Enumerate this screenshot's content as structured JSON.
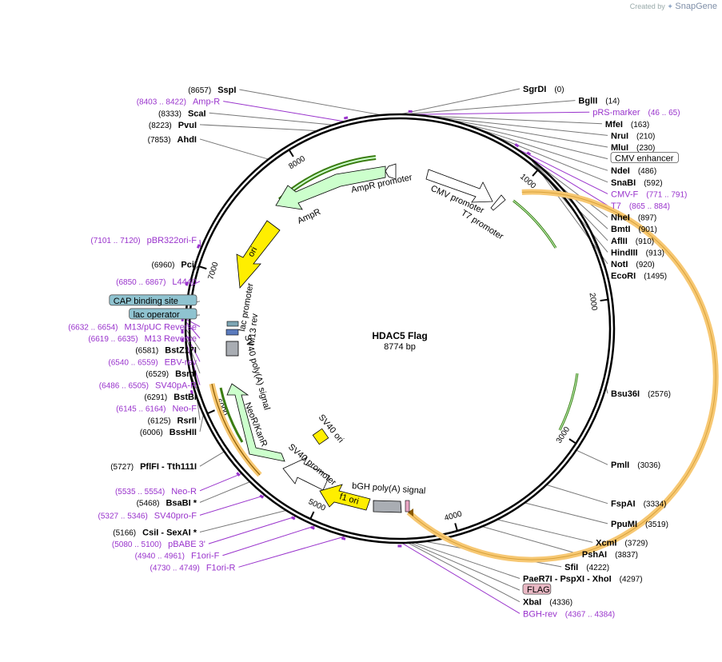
{
  "credit": {
    "prefix": "Created by",
    "brand": "SnapGene"
  },
  "plasmid": {
    "name": "HDAC5 Flag",
    "length_label": "8774 bp",
    "length": 8774
  },
  "colors": {
    "primer": "#9933cc",
    "ori": "#ffee00",
    "resistance": "#ccffcc",
    "promoter": "#ffffff",
    "polyA": "#a9adb3",
    "orf_highlight": "#f7c873",
    "orf_arrow": "#3b7d12",
    "flag": "#e9b8c4",
    "lac": "#8fc3d0"
  },
  "ticks": [
    "1000",
    "2000",
    "3000",
    "4000",
    "5000",
    "6000",
    "7000",
    "8000"
  ],
  "enzymes": [
    {
      "name": "SgrDI",
      "pos": "(0)",
      "at": 0
    },
    {
      "name": "BglII",
      "pos": "(14)",
      "at": 14
    },
    {
      "name": "MfeI",
      "pos": "(163)",
      "at": 163
    },
    {
      "name": "NruI",
      "pos": "(210)",
      "at": 210
    },
    {
      "name": "MluI",
      "pos": "(230)",
      "at": 230
    },
    {
      "name": "NdeI",
      "pos": "(486)",
      "at": 486
    },
    {
      "name": "SnaBI",
      "pos": "(592)",
      "at": 592
    },
    {
      "name": "NheI",
      "pos": "(897)",
      "at": 897
    },
    {
      "name": "BmtI",
      "pos": "(901)",
      "at": 901
    },
    {
      "name": "AflII",
      "pos": "(910)",
      "at": 910
    },
    {
      "name": "HindIII",
      "pos": "(913)",
      "at": 913
    },
    {
      "name": "NotI",
      "pos": "(920)",
      "at": 920
    },
    {
      "name": "EcoRI",
      "pos": "(1495)",
      "at": 1495
    },
    {
      "name": "Bsu36I",
      "pos": "(2576)",
      "at": 2576
    },
    {
      "name": "PmlI",
      "pos": "(3036)",
      "at": 3036
    },
    {
      "name": "FspAI",
      "pos": "(3334)",
      "at": 3334
    },
    {
      "name": "PpuMI",
      "pos": "(3519)",
      "at": 3519
    },
    {
      "name": "XcmI",
      "pos": "(3729)",
      "at": 3729
    },
    {
      "name": "PshAI",
      "pos": "(3837)",
      "at": 3837
    },
    {
      "name": "SfiI",
      "pos": "(4222)",
      "at": 4222
    },
    {
      "name": "PaeR7I - PspXI - XhoI",
      "pos": "(4297)",
      "at": 4297
    },
    {
      "name": "XbaI",
      "pos": "(4336)",
      "at": 4336
    },
    {
      "name": "CsiI - SexAI *",
      "pos": "(5166)",
      "at": 5166
    },
    {
      "name": "BsaBI *",
      "pos": "(5468)",
      "at": 5468
    },
    {
      "name": "PflFI - Tth111I",
      "pos": "(5727)",
      "at": 5727
    },
    {
      "name": "BssHII",
      "pos": "(6006)",
      "at": 6006
    },
    {
      "name": "RsrII",
      "pos": "(6125)",
      "at": 6125
    },
    {
      "name": "BstBI",
      "pos": "(6291)",
      "at": 6291
    },
    {
      "name": "BsmI",
      "pos": "(6529)",
      "at": 6529
    },
    {
      "name": "BstZ17I",
      "pos": "(6581)",
      "at": 6581
    },
    {
      "name": "PciI",
      "pos": "(6960)",
      "at": 6960
    },
    {
      "name": "AhdI",
      "pos": "(7853)",
      "at": 7853
    },
    {
      "name": "PvuI",
      "pos": "(8223)",
      "at": 8223
    },
    {
      "name": "ScaI",
      "pos": "(8333)",
      "at": 8333
    },
    {
      "name": "SspI",
      "pos": "(8657)",
      "at": 8657
    }
  ],
  "primers": [
    {
      "name": "pRS-marker",
      "pos": "(46 .. 65)",
      "at": 55
    },
    {
      "name": "CMV-F",
      "pos": "(771 .. 791)",
      "at": 781
    },
    {
      "name": "T7",
      "pos": "(865 .. 884)",
      "at": 874
    },
    {
      "name": "BGH-rev",
      "pos": "(4367 .. 4384)",
      "at": 4375
    },
    {
      "name": "F1ori-R",
      "pos": "(4730 .. 4749)",
      "at": 4740
    },
    {
      "name": "F1ori-F",
      "pos": "(4940 .. 4961)",
      "at": 4950
    },
    {
      "name": "pBABE 3'",
      "pos": "(5080 .. 5100)",
      "at": 5090
    },
    {
      "name": "SV40pro-F",
      "pos": "(5327 .. 5346)",
      "at": 5336
    },
    {
      "name": "Neo-R",
      "pos": "(5535 .. 5554)",
      "at": 5544
    },
    {
      "name": "Neo-F",
      "pos": "(6145 .. 6164)",
      "at": 6154
    },
    {
      "name": "SV40pA-R",
      "pos": "(6486 .. 6505)",
      "at": 6495
    },
    {
      "name": "EBV-rev",
      "pos": "(6540 .. 6559)",
      "at": 6549
    },
    {
      "name": "M13 Reverse",
      "pos": "(6619 .. 6635)",
      "at": 6627
    },
    {
      "name": "M13/pUC Reverse",
      "pos": "(6632 .. 6654)",
      "at": 6643
    },
    {
      "name": "L4440",
      "pos": "(6850 .. 6867)",
      "at": 6858
    },
    {
      "name": "pBR322ori-F",
      "pos": "(7101 .. 7120)",
      "at": 7110
    },
    {
      "name": "Amp-R",
      "pos": "(8403 .. 8422)",
      "at": 8412
    }
  ],
  "boxed_labels": [
    {
      "name": "CMV enhancer"
    },
    {
      "name": "CAP binding site"
    },
    {
      "name": "lac operator"
    },
    {
      "name": "FLAG"
    }
  ],
  "features": {
    "cmv_promoter": "CMV promoter",
    "t7_promoter": "T7 promoter",
    "ampr_promoter": "AmpR promoter",
    "ampr": "AmpR",
    "ori": "ori",
    "lac_promoter": "lac promoter",
    "m13_rev": "M13 rev",
    "sv40_polya": "SV40 poly(A) signal",
    "neor": "NeoR/KanR",
    "sv40_ori": "SV40 ori",
    "sv40_promoter": "SV40 promoter",
    "f1_ori": "f1 ori",
    "bgh_polya": "bGH poly(A) signal"
  }
}
